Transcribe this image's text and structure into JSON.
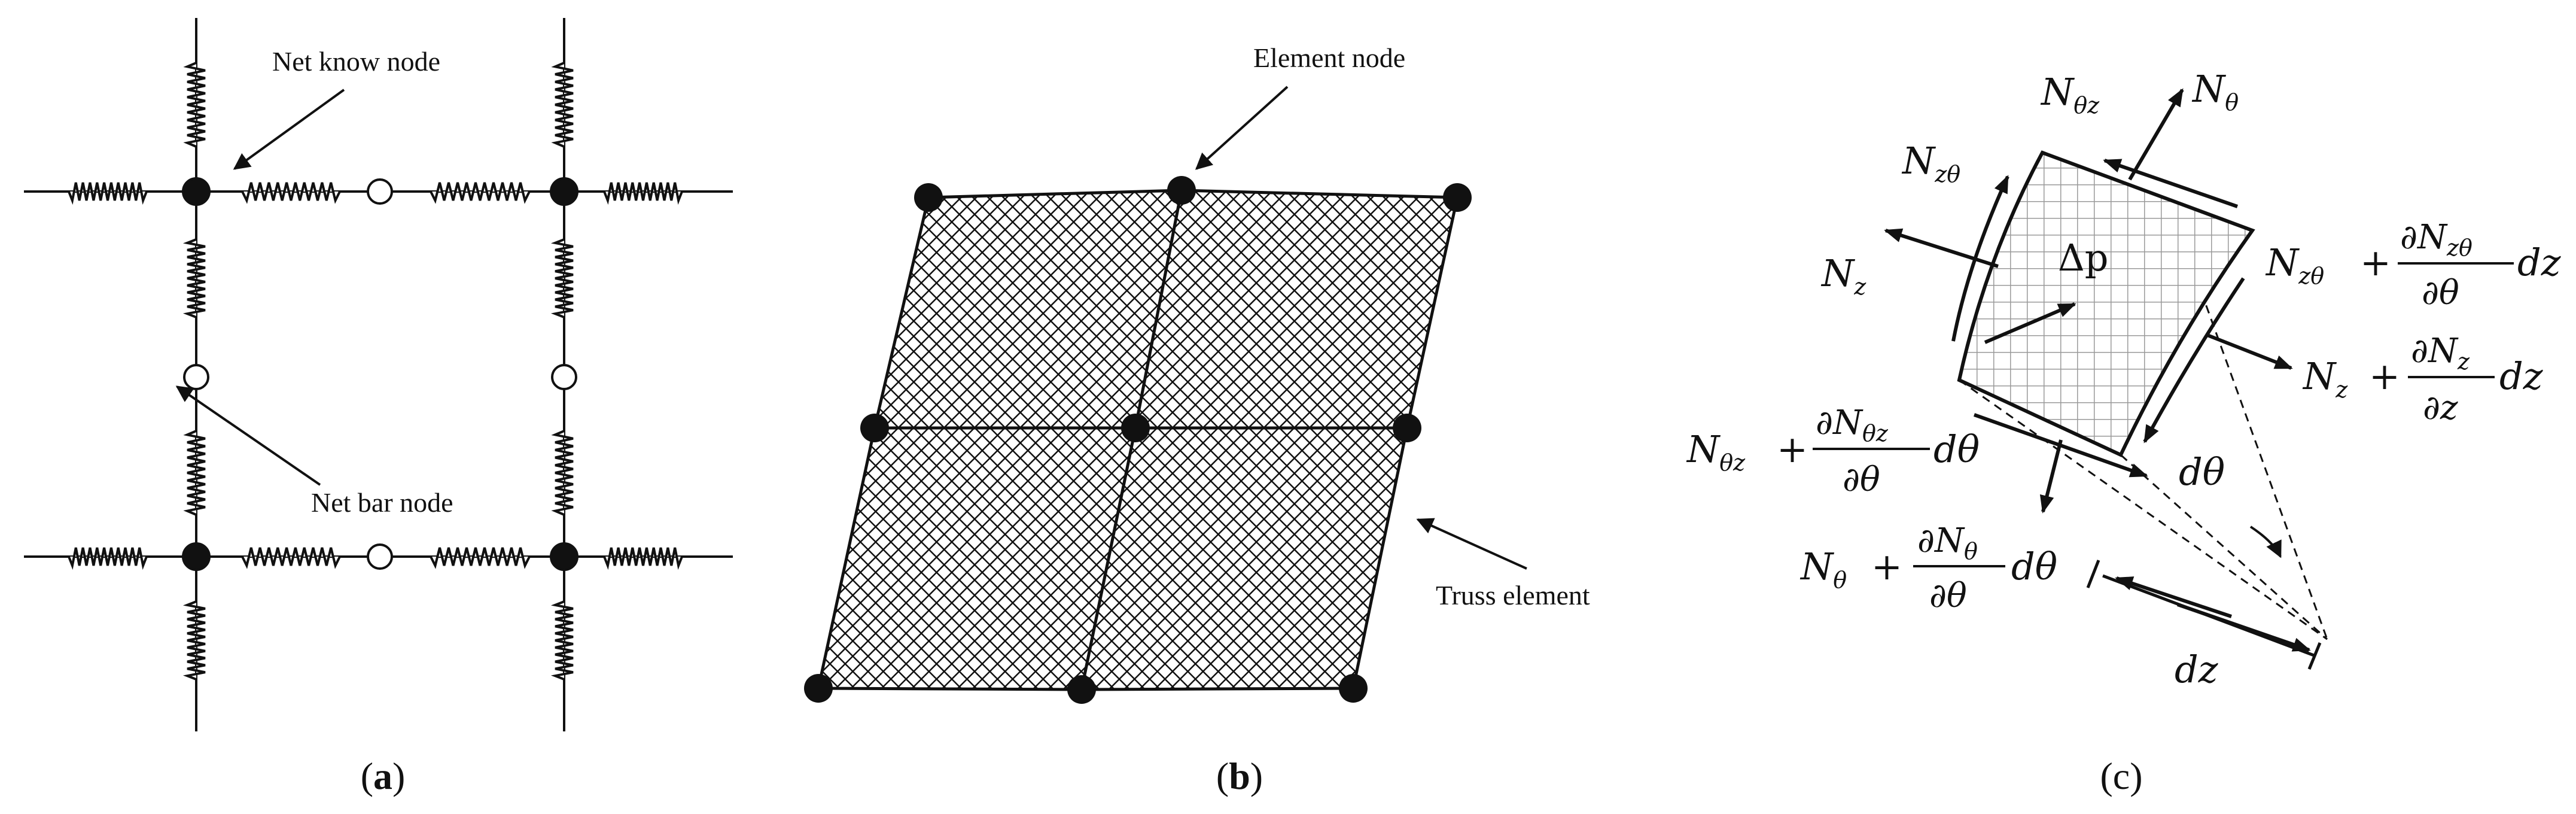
{
  "panels": {
    "a": {
      "caption_open": "(",
      "caption_letter": "a",
      "caption_close": ")",
      "label_net_know_node": "Net know node",
      "label_net_bar_node": "Net bar node"
    },
    "b": {
      "caption_open": "(",
      "caption_letter": "b",
      "caption_close": ")",
      "label_element_node": "Element node",
      "label_truss_element": "Truss element"
    },
    "c": {
      "caption": "(c)",
      "N": "N",
      "sub_theta_z": "θz",
      "sub_theta": "θ",
      "sub_z_theta": "zθ",
      "sub_z": "z",
      "delta_p": "Δp",
      "plus": "+",
      "partial": "∂",
      "partial_theta": "∂θ",
      "partial_z": "∂z",
      "d_theta": "dθ",
      "dz": "dz"
    }
  },
  "colors": {
    "ink": "#111111",
    "grid": "#9a9a9a",
    "hatch_bg": "#ffffff"
  }
}
